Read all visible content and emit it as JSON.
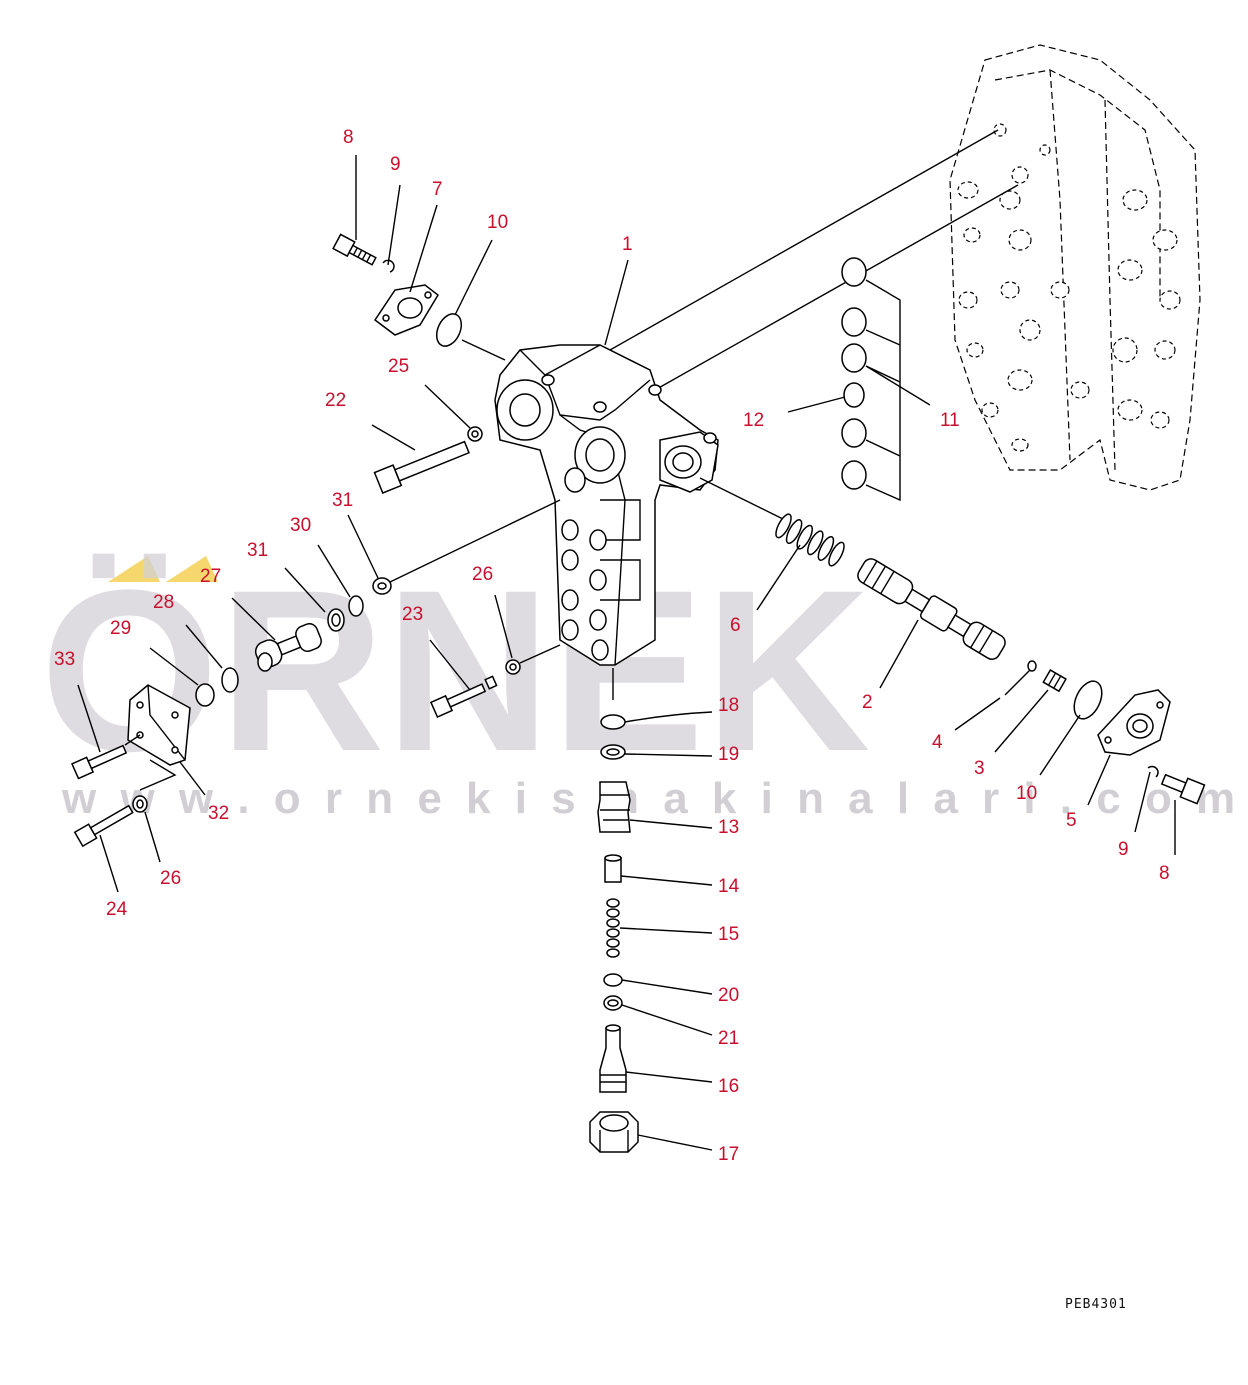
{
  "diagram": {
    "drawing_code": "PEB4301",
    "watermark": {
      "brand": "ÖRNEK",
      "url": "w w w . o r n e k i s m a k i n a l a r i . c o m . t r"
    },
    "callouts": [
      "1",
      "2",
      "3",
      "4",
      "5",
      "6",
      "7",
      "8",
      "9",
      "10",
      "11",
      "12",
      "13",
      "14",
      "15",
      "16",
      "17",
      "18",
      "19",
      "20",
      "21",
      "22",
      "23",
      "24",
      "25",
      "26",
      "27",
      "28",
      "29",
      "30",
      "31",
      "32",
      "33"
    ],
    "colors": {
      "callout": "#c8102e",
      "line": "#000000",
      "watermark": "#d3d1d6",
      "accent": "#f5d76e"
    }
  }
}
